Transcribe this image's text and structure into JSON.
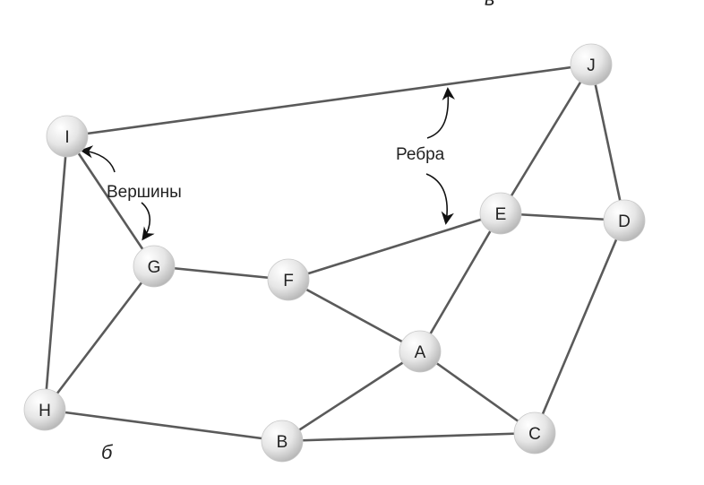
{
  "colors": {
    "edge": "#5a5a5a",
    "node_fill_light": "#ffffff",
    "node_fill_dark": "#bdbdbd",
    "text": "#222222"
  },
  "nodes": {
    "I": "I",
    "J": "J",
    "G": "G",
    "F": "F",
    "E": "E",
    "D": "D",
    "A": "A",
    "H": "H",
    "B": "B",
    "C": "C"
  },
  "edges": [
    [
      "I",
      "J"
    ],
    [
      "I",
      "G"
    ],
    [
      "I",
      "H"
    ],
    [
      "G",
      "F"
    ],
    [
      "G",
      "H"
    ],
    [
      "F",
      "E"
    ],
    [
      "F",
      "A"
    ],
    [
      "E",
      "J"
    ],
    [
      "E",
      "D"
    ],
    [
      "E",
      "A"
    ],
    [
      "J",
      "D"
    ],
    [
      "D",
      "C"
    ],
    [
      "A",
      "B"
    ],
    [
      "A",
      "C"
    ],
    [
      "H",
      "B"
    ],
    [
      "B",
      "C"
    ]
  ],
  "annotations": {
    "vertices": "Вершины",
    "edges": "Ребра"
  },
  "figure_label": "б",
  "top_mark": "в"
}
